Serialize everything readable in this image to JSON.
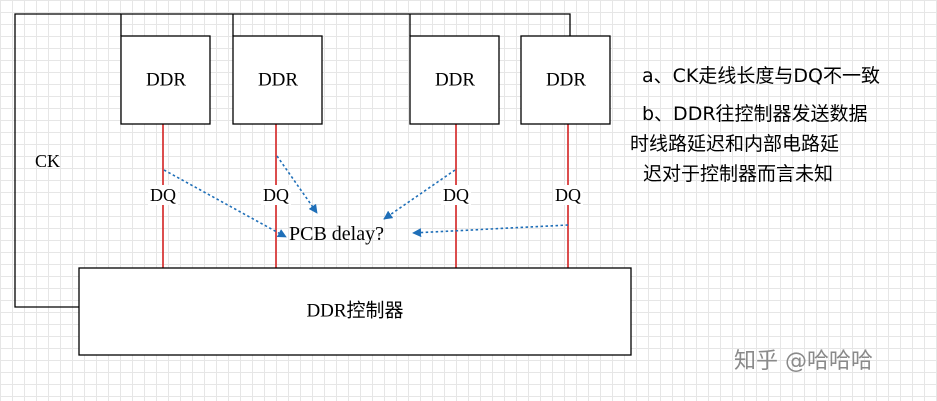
{
  "ddr_label": "DDR",
  "dq_label": "DQ",
  "ck_label": "CK",
  "pcb_label": "PCB delay?",
  "controller_label": "DDR控制器",
  "notes": {
    "a": "a、CK走线长度与DQ不一致",
    "b1": "b、DDR往控制器发送数据",
    "b2": "时线路延迟和内部电路延",
    "b3": "迟对于控制器而言未知"
  },
  "watermark": "知乎 @哈哈哈",
  "colors": {
    "dq_line": "#d93a3a",
    "arrow": "#1f6fb8",
    "box_stroke": "#000000",
    "box_fill": "#ffffff"
  }
}
